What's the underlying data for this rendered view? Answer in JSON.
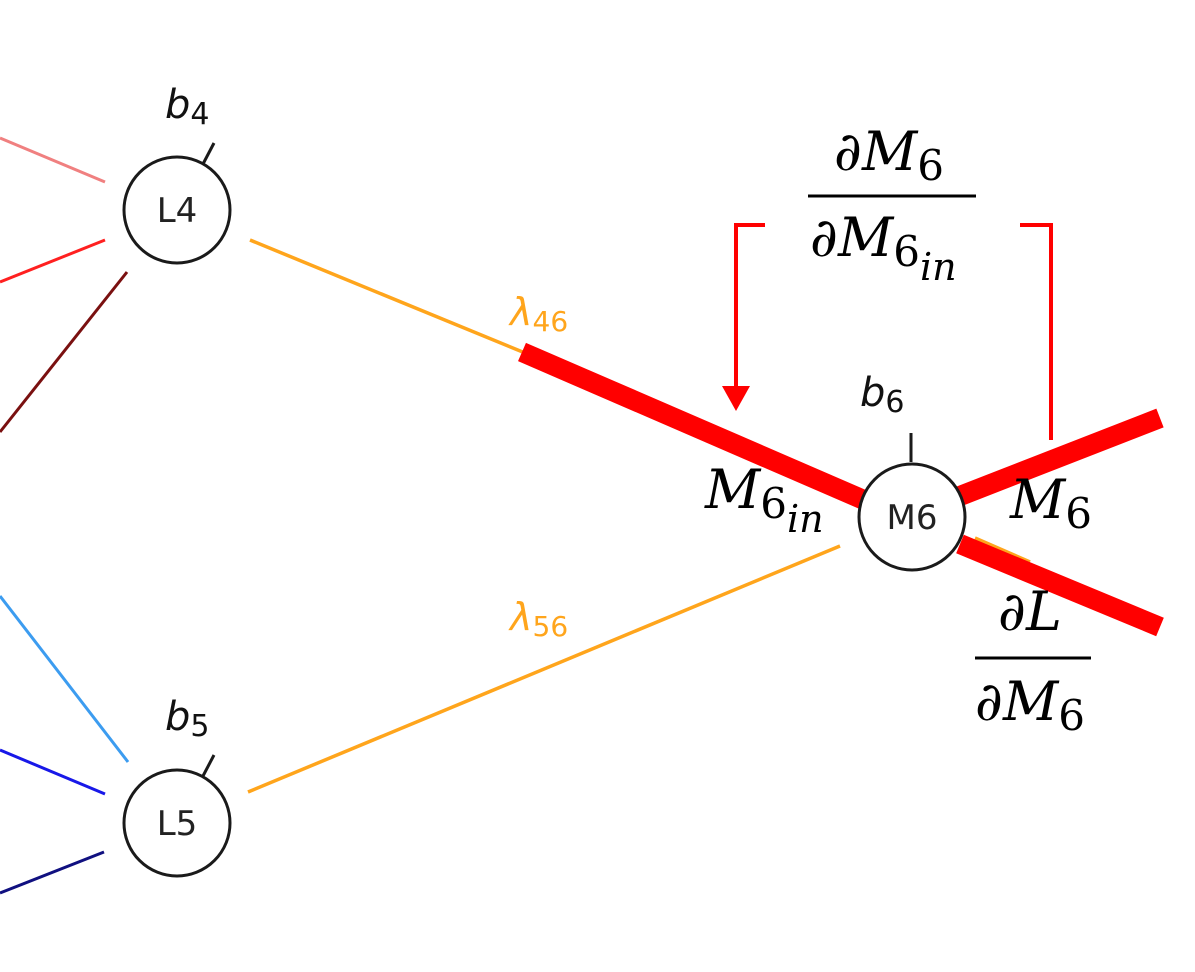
{
  "colors": {
    "highlight": "#ff0000",
    "weight_edge": "#ffa51c",
    "edge_pink": "#f08080",
    "edge_red": "#ff2020",
    "edge_darkred": "#7a1010",
    "edge_lightblue": "#3c9cf0",
    "edge_blue": "#1818e8",
    "edge_navy": "#101080"
  },
  "nodes": {
    "l4": {
      "label": "L4",
      "bias_base": "b",
      "bias_sub": "4"
    },
    "l5": {
      "label": "L5",
      "bias_base": "b",
      "bias_sub": "5"
    },
    "m6": {
      "label": "M6",
      "bias_base": "b",
      "bias_sub": "6"
    }
  },
  "weights": {
    "w46": {
      "base": "λ",
      "sub": "46"
    },
    "w56": {
      "base": "λ",
      "sub": "56"
    }
  },
  "annotations": {
    "m6_in": {
      "base": "M",
      "sub": "6",
      "subsub": "in"
    },
    "m6_out": {
      "base": "M",
      "sub": "6"
    },
    "dm6_dm6in": {
      "num_partial": "∂",
      "num_base": "M",
      "num_sub": "6",
      "den_partial": "∂",
      "den_base": "M",
      "den_sub": "6",
      "den_subsub": "in"
    },
    "dl_dm6": {
      "num_partial": "∂",
      "num_base": "L",
      "den_partial": "∂",
      "den_base": "M",
      "den_sub": "6"
    }
  }
}
